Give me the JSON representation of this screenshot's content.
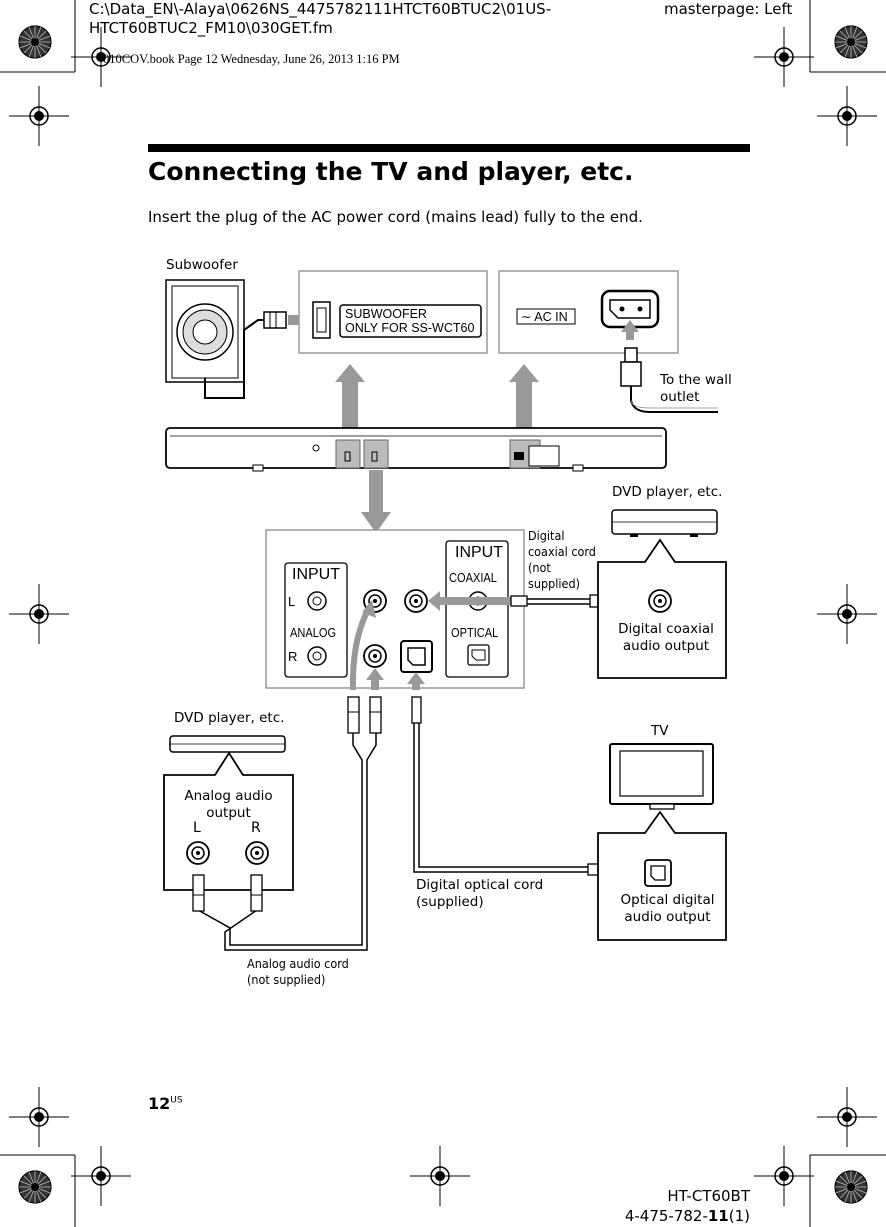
{
  "header": {
    "file_path": "C:\\Data_EN\\-Alaya\\0626NS_4475782111HTCT60BTUC2\\01US-HTCT60BTUC2_FM10\\030GET.fm",
    "masterpage": "masterpage: Left",
    "book_info": "010COV.book  Page 12  Wednesday, June 26, 2013  1:16 PM"
  },
  "section": {
    "title": "Connecting the TV and player, etc.",
    "instruction": "Insert the plug of the AC power cord (mains lead) fully to the end."
  },
  "diagram": {
    "subwoofer": "Subwoofer",
    "subwoofer_port": [
      "SUBWOOFER",
      "ONLY FOR SS-WCT60"
    ],
    "ac_in": "AC IN",
    "wall_outlet": "To the wall outlet",
    "dvd_top": "DVD player, etc.",
    "dvd_left": "DVD player, etc.",
    "tv": "TV",
    "input_left": "INPUT",
    "analog": "ANALOG",
    "l": "L",
    "r": "R",
    "input_right": "INPUT",
    "coaxial": "COAXIAL",
    "optical": "OPTICAL",
    "digital_coaxial_cord": "Digital coaxial cord (not supplied)",
    "digital_coaxial_output": "Digital coaxial audio output",
    "analog_audio_output": "Analog audio output",
    "analog_l": "L",
    "analog_r": "R",
    "digital_optical_cord": "Digital optical cord (supplied)",
    "optical_digital_output": "Optical digital audio output",
    "analog_audio_cord": "Analog audio cord (not supplied)"
  },
  "footer": {
    "page_number": "12",
    "page_suffix": "US",
    "model": "HT-CT60BT",
    "part_number_prefix": "4-475-782-",
    "part_number_bold": "11",
    "part_number_suffix": "(1)"
  }
}
